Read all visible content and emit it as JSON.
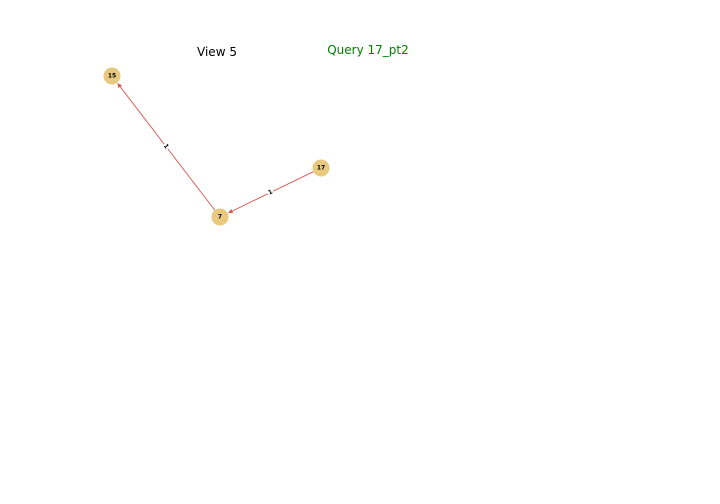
{
  "view_title": "View 5",
  "query_title": "Query 17_pt2",
  "colors": {
    "node_fill": "#e8c97e",
    "edge": "#d9534f",
    "query_title": "#008000",
    "view_title": "#000000",
    "label": "#000000"
  },
  "graph": {
    "nodes": [
      {
        "id": "15",
        "label": "15"
      },
      {
        "id": "7",
        "label": "7"
      },
      {
        "id": "17",
        "label": "17"
      }
    ],
    "edges": [
      {
        "source": "7",
        "target": "15",
        "label": "1",
        "directed": true
      },
      {
        "source": "17",
        "target": "7",
        "label": "1",
        "directed": true
      }
    ]
  }
}
